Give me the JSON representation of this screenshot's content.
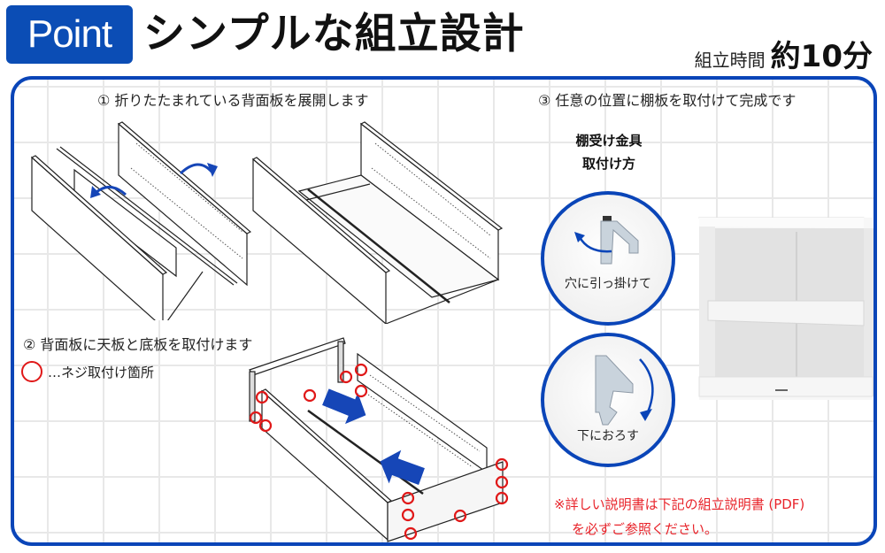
{
  "header": {
    "badge": "Point",
    "title": "シンプルな組立設計",
    "time_label": "組立時間",
    "time_value": "約10分"
  },
  "steps": [
    {
      "number": "①",
      "text": "① 折りたたまれている背面板を展開します"
    },
    {
      "number": "②",
      "text": "② 背面板に天板と底板を取付けます"
    },
    {
      "number": "③",
      "text": "③ 任意の位置に棚板を取付けて完成です"
    }
  ],
  "legend": {
    "icon": "red-circle-icon",
    "text": "…ネジ取付け箇所",
    "color": "#e01818"
  },
  "bracket": {
    "title_line1": "棚受け金具",
    "title_line2": "取付け方",
    "step_a_caption": "穴に引っ掛けて",
    "step_b_caption": "下におろす"
  },
  "note": {
    "line1": "※詳しい説明書は下記の組立説明書 (PDF)",
    "line2": "を必ずご参照ください。",
    "color": "#e8232a"
  },
  "colors": {
    "accent": "#0a45b8",
    "badge": "#0b4db5",
    "grid": "#e8e8e8",
    "screw_marker": "#e01818"
  }
}
